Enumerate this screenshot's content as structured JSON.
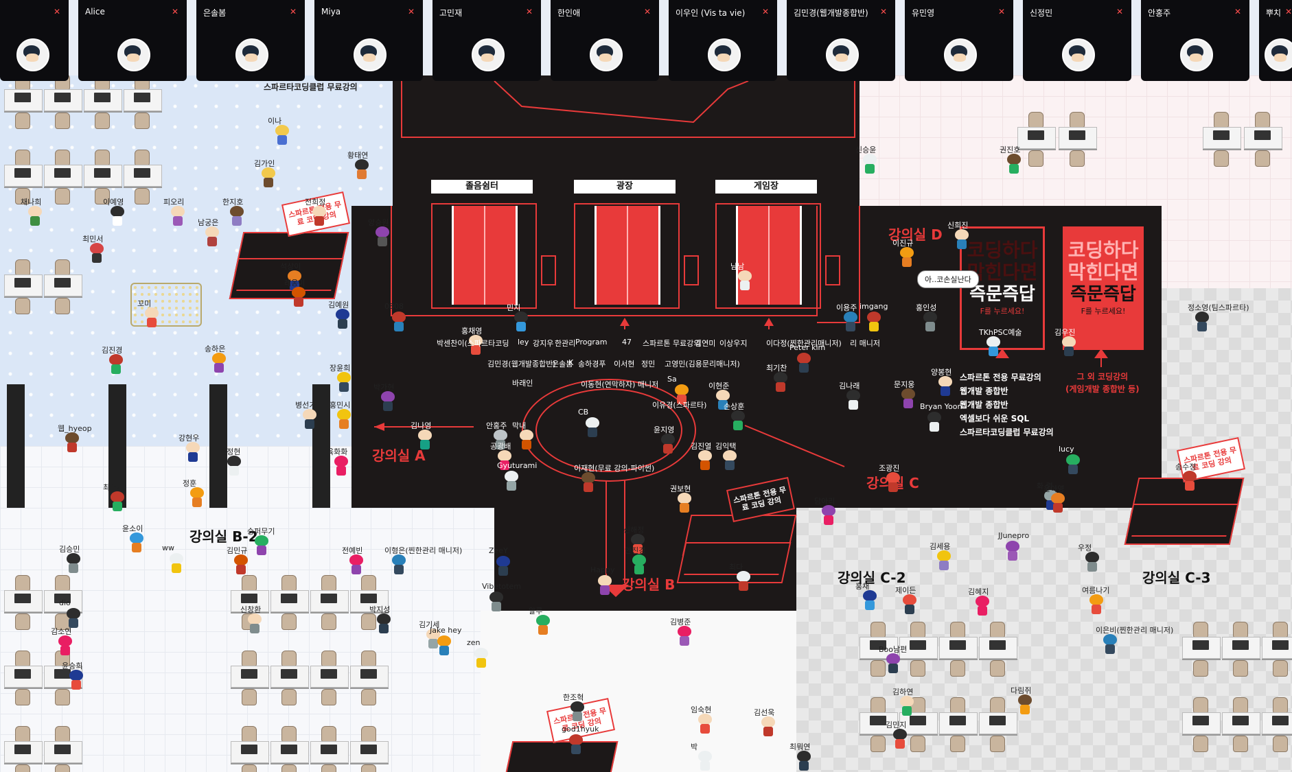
{
  "video_bar": [
    {
      "name": "",
      "mic": "muted"
    },
    {
      "name": "Alice",
      "mic": "muted"
    },
    {
      "name": "은솔봄",
      "mic": "muted"
    },
    {
      "name": "Miya",
      "mic": "muted"
    },
    {
      "name": "고민재",
      "mic": "muted"
    },
    {
      "name": "한인애",
      "mic": "muted"
    },
    {
      "name": "이우인 (Vis ta vie)",
      "mic": "muted"
    },
    {
      "name": "김민경(웹개발종합반)",
      "mic": "muted"
    },
    {
      "name": "유민영",
      "mic": "muted"
    },
    {
      "name": "신정민",
      "mic": "muted"
    },
    {
      "name": "안홍주",
      "mic": "muted"
    },
    {
      "name": "뿌치",
      "mic": "muted"
    }
  ],
  "signs": {
    "rest": "졸음쉼터",
    "plaza": "광장",
    "game": "게임장"
  },
  "rooms": {
    "a": "강의실 A",
    "b": "강의실 B",
    "b2": "강의실 B-2",
    "c": "강의실 C",
    "c2": "강의실 C-2",
    "c3": "강의실 C-3",
    "d": "강의실 D"
  },
  "boards": {
    "left": {
      "big1": "코딩하다",
      "big2": "막힌다면",
      "title": "즉문즉답",
      "sub": "F를 누르세요!"
    },
    "right": {
      "big1": "코딩하다",
      "big2": "막힌다면",
      "title": "즉문즉답",
      "sub": "F를 누르세요!"
    }
  },
  "course_list": [
    "스파르톤 전용 무료강의",
    "웹개발 종합반",
    "웹개발 종합반",
    "엑셀보다 쉬운 SQL",
    "스파르타코딩클럽 무료강의"
  ],
  "other_courses": [
    "그 외 코딩강의",
    "(게임개발 종합반 등)"
  ],
  "free_tags": {
    "t1": "스파르톤 전용 무료 코딩 강의",
    "t2": "스파르톤 전용 무료 코딩 강의",
    "t3": "스파르톤 전용 무료 코딩 강의",
    "t4": "스파르톤 전용 무료 코딩 강의"
  },
  "top_blue_title": "스파르타코딩클럽 무료강의",
  "chat_bubble": "아..코손실난다",
  "players": [
    {
      "name": "이나",
      "color": "#f2c94c",
      "body": "#4a6fd1"
    },
    {
      "name": "황태연",
      "color": "#2d2d2d",
      "body": "#e07a32"
    },
    {
      "name": "김가인",
      "color": "#f2c94c",
      "body": "#6d4c2e"
    },
    {
      "name": "채나희",
      "color": "#f5d8b8",
      "body": "#3e8e41"
    },
    {
      "name": "이예영",
      "color": "#2d2d2d",
      "body": "#ffffff"
    },
    {
      "name": "피오리",
      "color": "#f5d8b8",
      "body": "#9b59b6"
    },
    {
      "name": "최민서",
      "color": "#d64545",
      "body": "#333"
    },
    {
      "name": "한지호",
      "color": "#6d4c2e",
      "body": "#8e7cc3"
    },
    {
      "name": "남궁은",
      "color": "#f5d8b8",
      "body": "#b0413e"
    },
    {
      "name": "석상이",
      "color": "#e67e22",
      "body": "#1f3a93"
    },
    {
      "name": "레옹이",
      "color": "#d35400",
      "body": "#c0392b"
    },
    {
      "name": "김예원",
      "color": "#1f3a93",
      "body": "#2c3e50"
    },
    {
      "name": "김진경",
      "color": "#c0392b",
      "body": "#27ae60"
    },
    {
      "name": "송하은",
      "color": "#f39c12",
      "body": "#8e44ad"
    },
    {
      "name": "장윤희",
      "color": "#f1c40f",
      "body": "#34495e"
    },
    {
      "name": "0808",
      "color": "#c0392b",
      "body": "#2980b9"
    },
    {
      "name": "양승원",
      "color": "#8e44ad",
      "body": "#555"
    },
    {
      "name": "홍채영",
      "color": "#f5d8b8",
      "body": "#e74c3c"
    },
    {
      "name": "민지",
      "color": "#2d2d2d",
      "body": "#3498db"
    },
    {
      "name": "박가현",
      "color": "#8e44ad",
      "body": "#2c3e50"
    },
    {
      "name": "김나영",
      "color": "#f5d8b8",
      "body": "#16a085"
    },
    {
      "name": "안홍주",
      "color": "#bdc3c7",
      "body": "#7f8c8d"
    },
    {
      "name": "막내",
      "color": "#f5d8b8",
      "body": "#d35400"
    },
    {
      "name": "공광배",
      "color": "#f5d8b8",
      "body": "#e91e63"
    },
    {
      "name": "Gyuturami",
      "color": "#ecf0f1",
      "body": "#95a5a6"
    },
    {
      "name": "이재현(무료 강의-파이썬)",
      "color": "#6d4c2e",
      "body": "#c0392b"
    },
    {
      "name": "권보현",
      "color": "#f5d8b8",
      "body": "#e67e22"
    },
    {
      "name": "윤지영",
      "color": "#2d2d2d",
      "body": "#c0392b"
    },
    {
      "name": "김진열",
      "color": "#f5d8b8",
      "body": "#d35400"
    },
    {
      "name": "김익택",
      "color": "#f5d8b8",
      "body": "#34495e"
    },
    {
      "name": "CB",
      "color": "#ecf0f1",
      "body": "#2c3e50"
    },
    {
      "name": "Sa",
      "color": "#f39c12",
      "body": "#e74c3c"
    },
    {
      "name": "이현준",
      "color": "#f5d8b8",
      "body": "#2980b9"
    },
    {
      "name": "손상훈",
      "color": "#2d2d2d",
      "body": "#27ae60"
    },
    {
      "name": "남남",
      "color": "#f5d8b8",
      "body": "#ecf0f1"
    },
    {
      "name": "최기찬",
      "color": "#2d2d2d",
      "body": "#c0392b"
    },
    {
      "name": "Peter kim",
      "color": "#c0392b",
      "body": "#2c3e50"
    },
    {
      "name": "김나래",
      "color": "#2d2d2d",
      "body": "#ecf0f1"
    },
    {
      "name": "문지웅",
      "color": "#6d4c2e",
      "body": "#8e44ad"
    },
    {
      "name": "이용주",
      "color": "#2980b9",
      "body": "#34495e"
    },
    {
      "name": "imgang",
      "color": "#c0392b",
      "body": "#f1c40f"
    },
    {
      "name": "이진규",
      "color": "#f39c12",
      "body": "#e67e22"
    },
    {
      "name": "홍인성",
      "color": "#2d2d2d",
      "body": "#7f8c8d"
    },
    {
      "name": "신희진",
      "color": "#f5d8b8",
      "body": "#2980b9"
    },
    {
      "name": "양봉현",
      "color": "#f5d8b8",
      "body": "#1f3a93"
    },
    {
      "name": "Bryan Yoon",
      "color": "#2d2d2d",
      "body": "#ecf0f1"
    },
    {
      "name": "TKhPSC예술",
      "color": "#ecf0f1",
      "body": "#3498db"
    },
    {
      "name": "김우진",
      "color": "#f5d8b8",
      "body": "#2c3e50"
    },
    {
      "name": "lucy",
      "color": "#27ae60",
      "body": "#34495e"
    },
    {
      "name": "화 렴",
      "color": "#95a5a6",
      "body": "#1f3a93"
    },
    {
      "name": "조광진",
      "color": "#e74c3c",
      "body": "#c0392b"
    },
    {
      "name": "담아리",
      "color": "#8e44ad",
      "body": "#e91e63"
    },
    {
      "name": "신해정",
      "color": "#2d2d2d",
      "body": "#e74c3c"
    },
    {
      "name": "안진경",
      "color": "#27ae60",
      "body": "#27ae60"
    },
    {
      "name": "Happy",
      "color": "#f5d8b8",
      "body": "#8e44ad"
    },
    {
      "name": "ZeeY",
      "color": "#1f3a93",
      "body": "#2c3e50"
    },
    {
      "name": "Vibetotem",
      "color": "#2d2d2d",
      "body": "#7f8c8d"
    },
    {
      "name": "알루",
      "color": "#27ae60",
      "body": "#e67e22"
    },
    {
      "name": "김병준",
      "color": "#e91e63",
      "body": "#9b59b6"
    },
    {
      "name": "최다",
      "color": "#ecf0f1",
      "body": "#c0392b"
    },
    {
      "name": "김세용",
      "color": "#f1c40f",
      "body": "#8e7cc3"
    },
    {
      "name": "홍채",
      "color": "#1f3a93",
      "body": "#3498db"
    },
    {
      "name": "제이든",
      "color": "#e74c3c",
      "body": "#2c3e50"
    },
    {
      "name": "김혜지",
      "color": "#e91e63",
      "body": "#e91e63"
    },
    {
      "name": "우정",
      "color": "#2d2d2d",
      "body": "#7f8c8d"
    },
    {
      "name": "여름나기",
      "color": "#f39c12",
      "body": "#e74c3c"
    },
    {
      "name": "이은비(찐한관리 매니저)",
      "color": "#2980b9",
      "body": "#34495e"
    },
    {
      "name": "Boo남편",
      "color": "#8e44ad",
      "body": "#2c3e50"
    },
    {
      "name": "김하연",
      "color": "#f5d8b8",
      "body": "#27ae60"
    },
    {
      "name": "다림쥐",
      "color": "#6d4c2e",
      "body": "#f39c12"
    },
    {
      "name": "김민지",
      "color": "#2d2d2d",
      "body": "#e74c3c"
    },
    {
      "name": "윤아영",
      "color": "#e67e22",
      "body": "#c0392b"
    },
    {
      "name": "JJunepro",
      "color": "#8e44ad",
      "body": "#9b59b6"
    },
    {
      "name": "정소영(팀스파르타)",
      "color": "#2d2d2d",
      "body": "#34495e"
    },
    {
      "name": "송수정",
      "color": "#c0392b",
      "body": "#e74c3c"
    },
    {
      "name": "최유재",
      "color": "#c0392b",
      "body": "#27ae60"
    },
    {
      "name": "윤소이",
      "color": "#3498db",
      "body": "#e67e22"
    },
    {
      "name": "ww",
      "color": "#ecf0f1",
      "body": "#f1c40f"
    },
    {
      "name": "김민규",
      "color": "#d35400",
      "body": "#c0392b"
    },
    {
      "name": "승퍼무기",
      "color": "#27ae60",
      "body": "#8e44ad"
    },
    {
      "name": "전예빈",
      "color": "#e91e63",
      "body": "#8e44ad"
    },
    {
      "name": "이형은(찐한관리 매니저)",
      "color": "#2980b9",
      "body": "#34495e"
    },
    {
      "name": "김승민",
      "color": "#2d2d2d",
      "body": "#7f8c8d"
    },
    {
      "name": "dio",
      "color": "#2d2d2d",
      "body": "#34495e"
    },
    {
      "name": "김소연",
      "color": "#e91e63",
      "body": "#e91e63"
    },
    {
      "name": "윤승희",
      "color": "#1f3a93",
      "body": "#e74c3c"
    },
    {
      "name": "신창환",
      "color": "#f5d8b8",
      "body": "#7f8c8d"
    },
    {
      "name": "박지성",
      "color": "#2d2d2d",
      "body": "#2c3e50"
    },
    {
      "name": "김기세",
      "color": "#f5d8b8",
      "body": "#95a5a6"
    },
    {
      "name": "Jake hey",
      "color": "#f39c12",
      "body": "#2980b9"
    },
    {
      "name": "zen",
      "color": "#ecf0f1",
      "body": "#f1c40f"
    },
    {
      "name": "임숙현",
      "color": "#f5d8b8",
      "body": "#e74c3c"
    },
    {
      "name": "김선욱",
      "color": "#f5d8b8",
      "body": "#c0392b"
    },
    {
      "name": "god1hyuk",
      "color": "#c0392b",
      "body": "#34495e"
    },
    {
      "name": "한조혁",
      "color": "#2d2d2d",
      "body": "#7f8c8d"
    },
    {
      "name": "박",
      "color": "#ecf0f1",
      "body": "#ecf0f1"
    },
    {
      "name": "최뭐연",
      "color": "#2d2d2d",
      "body": "#2c3e50"
    },
    {
      "name": "강현우",
      "color": "#f5d8b8",
      "body": "#1f3a93"
    },
    {
      "name": "정훈",
      "color": "#f39c12",
      "body": "#e67e22"
    },
    {
      "name": "조정현",
      "color": "#2d2d2d",
      "body": "#ecf0f1"
    },
    {
      "name": "웹_hyeop",
      "color": "#6d4c2e",
      "body": "#c0392b"
    },
    {
      "name": "병선기",
      "color": "#f5d8b8",
      "body": "#2c3e50"
    },
    {
      "name": "홍민시",
      "color": "#f1c40f",
      "body": "#e67e22"
    },
    {
      "name": "육화화",
      "color": "#e91e63",
      "body": "#e91e63"
    },
    {
      "name": "꼬미",
      "color": "#f5d8b8",
      "body": "#e74c3c"
    },
    {
      "name": "전희정",
      "color": "#f5d8b8",
      "body": "#c0392b"
    },
    {
      "name": "신승윤",
      "color": "#ecf0f1",
      "body": "#27ae60"
    },
    {
      "name": "권진호",
      "color": "#6d4c2e",
      "body": "#27ae60"
    }
  ],
  "center_labels": [
    "박센찬이(스파르타코딩",
    "ley",
    "강지우",
    "한관리",
    "Program",
    "47",
    "스파르톤 무료강의",
    "김연미",
    "이상우지",
    "이다정(찐한관리매니저)",
    "리 매니저",
    "김민경(웹개발종합반)",
    "은솔봄",
    "K",
    "송하경푸",
    "이서현",
    "정민",
    "고영민(김용문리매니저)",
    "바래인",
    "이동현(연막하자) 매니저",
    "이유경(스파르타)"
  ]
}
